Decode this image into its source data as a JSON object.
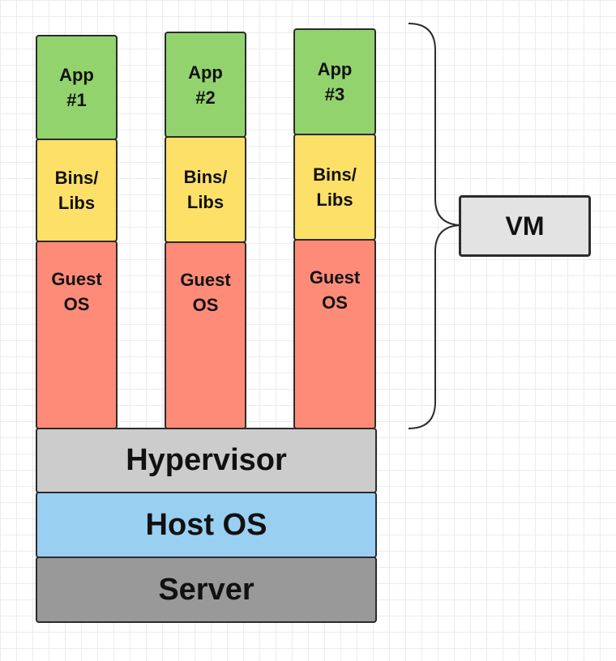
{
  "colors": {
    "app": "#92d36e",
    "bins": "#fde068",
    "guest_os": "#fd8b78",
    "hypervisor": "#cccccc",
    "host_os": "#99d0f2",
    "server": "#999999",
    "vm": "#e3e3e3",
    "stroke": "#2b2b2b"
  },
  "columns": [
    {
      "app": "App\n#1",
      "bins": "Bins/\nLibs",
      "guest_os": "Guest\nOS"
    },
    {
      "app": "App\n#2",
      "bins": "Bins/\nLibs",
      "guest_os": "Guest\nOS"
    },
    {
      "app": "App\n#3",
      "bins": "Bins/\nLibs",
      "guest_os": "Guest\nOS"
    }
  ],
  "layers": {
    "hypervisor": "Hypervisor",
    "host_os": "Host OS",
    "server": "Server"
  },
  "vm_label": "VM"
}
